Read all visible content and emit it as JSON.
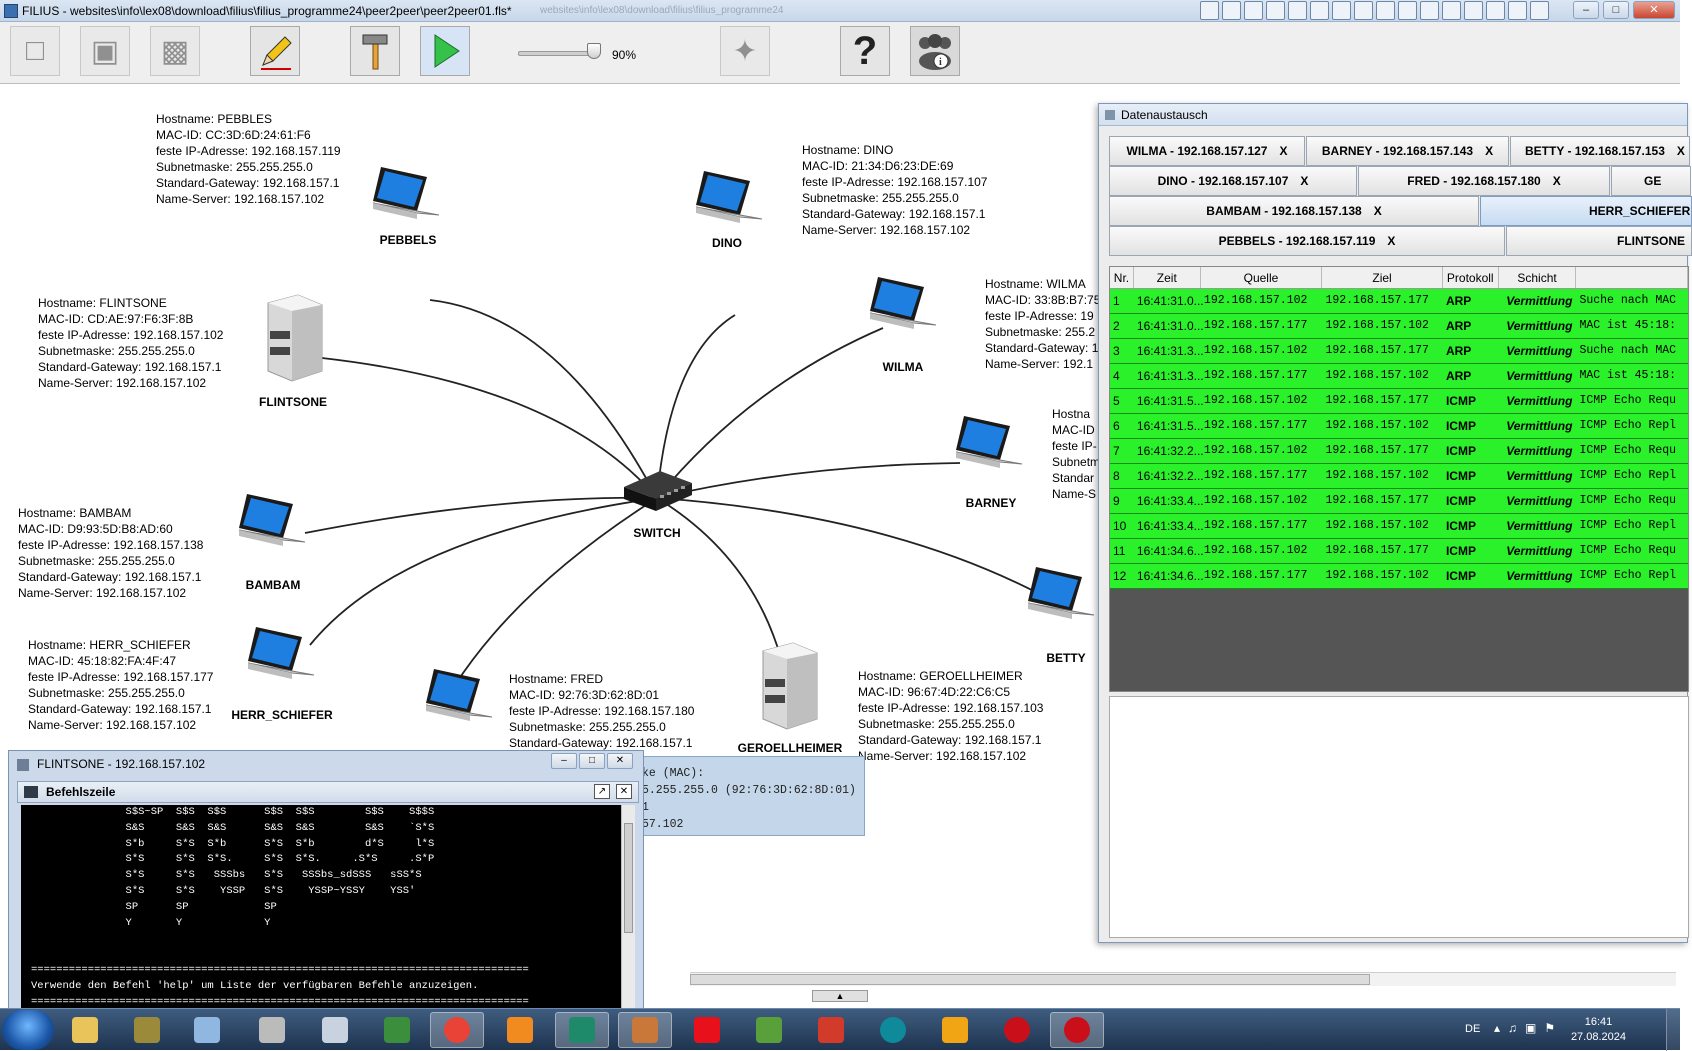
{
  "window": {
    "title": "FILIUS - websites\\info\\lex08\\download\\filius\\filius_programme24\\peer2peer\\peer2peer01.fls*",
    "ghost_text": "websites\\info\\lex08\\download\\filius\\filius_programme24"
  },
  "toolbar": {
    "zoom": "90%",
    "zoom_value": 0.9
  },
  "nodes": {
    "pebbles": "PEBBELS",
    "dino": "DINO",
    "flintsone": "FLINTSONE",
    "wilma": "WILMA",
    "barney": "BARNEY",
    "switch": "SWITCH",
    "bambam": "BAMBAM",
    "herr_schiefer": "HERR_SCHIEFER",
    "geroellheimer": "GEROELLHEIMER",
    "betty": "BETTY"
  },
  "infos": {
    "pebbles": [
      "Hostname: PEBBLES",
      "MAC-ID: CC:3D:6D:24:61:F6",
      "feste IP-Adresse: 192.168.157.119",
      "Subnetmaske: 255.255.255.0",
      "Standard-Gateway: 192.168.157.1",
      "Name-Server: 192.168.157.102"
    ],
    "dino": [
      "Hostname: DINO",
      "MAC-ID: 21:34:D6:23:DE:69",
      "feste IP-Adresse: 192.168.157.107",
      "Subnetmaske: 255.255.255.0",
      "Standard-Gateway: 192.168.157.1",
      "Name-Server: 192.168.157.102"
    ],
    "flintsone": [
      "Hostname: FLINTSONE",
      "MAC-ID: CD:AE:97:F6:3F:8B",
      "feste IP-Adresse: 192.168.157.102",
      "Subnetmaske: 255.255.255.0",
      "Standard-Gateway: 192.168.157.1",
      "Name-Server: 192.168.157.102"
    ],
    "wilma": [
      "Hostname: WILMA",
      "MAC-ID: 33:8B:B7:75",
      "feste IP-Adresse: 19",
      "Subnetmaske: 255.2",
      "Standard-Gateway: 1",
      "Name-Server: 192.1"
    ],
    "barney": [
      "Hostna",
      "MAC-ID",
      "feste IP-",
      "Subnetm",
      "Standar",
      "Name-S"
    ],
    "bambam": [
      "Hostname: BAMBAM",
      "MAC-ID: D9:93:5D:B8:AD:60",
      "feste IP-Adresse: 192.168.157.138",
      "Subnetmaske: 255.255.255.0",
      "Standard-Gateway: 192.168.157.1",
      "Name-Server: 192.168.157.102"
    ],
    "herr_schiefer": [
      "Hostname: HERR_SCHIEFER",
      "MAC-ID: 45:18:82:FA:4F:47",
      "feste IP-Adresse: 192.168.157.177",
      "Subnetmaske: 255.255.255.0",
      "Standard-Gateway: 192.168.157.1",
      "Name-Server: 192.168.157.102"
    ],
    "fred": [
      "Hostname: FRED",
      "MAC-ID: 92:76:3D:62:8D:01",
      "feste IP-Adresse: 192.168.157.180",
      "Subnetmaske: 255.255.255.0",
      "Standard-Gateway: 192.168.157.1"
    ],
    "geroellheimer": [
      "Hostname: GEROELLHEIMER",
      "MAC-ID: 96:67:4D:22:C6:C5",
      "feste IP-Adresse: 192.168.157.103",
      "Subnetmaske: 255.255.255.0",
      "Standard-Gateway: 192.168.157.1",
      "Name-Server: 192.168.157.102"
    ]
  },
  "tooltip": [
    "ke (MAC):",
    "5.255.255.0 (92:76:3D:62:8D:01)",
    "1",
    "57.102"
  ],
  "datenaustausch": {
    "title": "Datenaustausch",
    "tabs_row1": [
      "WILMA - 192.168.157.127",
      "BARNEY - 192.168.157.143",
      "BETTY - 192.168.157.153"
    ],
    "tabs_row2": [
      "DINO - 192.168.157.107",
      "FRED - 192.168.157.180",
      "GE"
    ],
    "tabs_row3": [
      "BAMBAM - 192.168.157.138",
      "HERR_SCHIEFER"
    ],
    "tabs_row4": [
      "PEBBELS - 192.168.157.119",
      "FLINTSONE"
    ],
    "tab_close": "X",
    "columns": [
      "Nr.",
      "Zeit",
      "Quelle",
      "Ziel",
      "Protokoll",
      "Schicht"
    ],
    "rows": [
      [
        "1",
        "16:41:31.0...",
        "192.168.157.102",
        "192.168.157.177",
        "ARP",
        "Vermittlung",
        "Suche nach MAC"
      ],
      [
        "2",
        "16:41:31.0...",
        "192.168.157.177",
        "192.168.157.102",
        "ARP",
        "Vermittlung",
        "MAC ist 45:18:"
      ],
      [
        "3",
        "16:41:31.3...",
        "192.168.157.102",
        "192.168.157.177",
        "ARP",
        "Vermittlung",
        "Suche nach MAC"
      ],
      [
        "4",
        "16:41:31.3...",
        "192.168.157.177",
        "192.168.157.102",
        "ARP",
        "Vermittlung",
        "MAC ist 45:18:"
      ],
      [
        "5",
        "16:41:31.5...",
        "192.168.157.102",
        "192.168.157.177",
        "ICMP",
        "Vermittlung",
        "ICMP Echo Requ"
      ],
      [
        "6",
        "16:41:31.5...",
        "192.168.157.177",
        "192.168.157.102",
        "ICMP",
        "Vermittlung",
        "ICMP Echo Repl"
      ],
      [
        "7",
        "16:41:32.2...",
        "192.168.157.102",
        "192.168.157.177",
        "ICMP",
        "Vermittlung",
        "ICMP Echo Requ"
      ],
      [
        "8",
        "16:41:32.2...",
        "192.168.157.177",
        "192.168.157.102",
        "ICMP",
        "Vermittlung",
        "ICMP Echo Repl"
      ],
      [
        "9",
        "16:41:33.4...",
        "192.168.157.102",
        "192.168.157.177",
        "ICMP",
        "Vermittlung",
        "ICMP Echo Requ"
      ],
      [
        "10",
        "16:41:33.4...",
        "192.168.157.177",
        "192.168.157.102",
        "ICMP",
        "Vermittlung",
        "ICMP Echo Repl"
      ],
      [
        "11",
        "16:41:34.6...",
        "192.168.157.102",
        "192.168.157.177",
        "ICMP",
        "Vermittlung",
        "ICMP Echo Requ"
      ],
      [
        "12",
        "16:41:34.6...",
        "192.168.157.177",
        "192.168.157.102",
        "ICMP",
        "Vermittlung",
        "ICMP Echo Repl"
      ]
    ]
  },
  "flintsone_window": {
    "title": "FLINTSONE - 192.168.157.102",
    "cmd_title": "Befehlszeile",
    "terminal_lines": [
      "               S$S~SP  S$S  S$S      S$S  S$S        S$S    S$$S",
      "               S&S     S&S  S&S      S&S  S&S        S&S    `S*S",
      "               S*b     S*S  S*b      S*S  S*b        d*S     l*S",
      "               S*S     S*S  S*S.     S*S  S*S.     .S*S     .S*P",
      "               S*S     S*S   SSSbs   S*S   SSSbs_sdSSS   sSS*S",
      "               S*S     S*S    YSSP   S*S    YSSP~YSSY    YSS'",
      "               SP      SP            SP",
      "               Y       Y             Y",
      "",
      "",
      "===============================================================================",
      "Verwende den Befehl 'help' um Liste der verfügbaren Befehle anzuzeigen.",
      "==============================================================================="
    ]
  },
  "taskbar": {
    "lang": "DE",
    "time": "16:41",
    "date": "27.08.2024"
  }
}
